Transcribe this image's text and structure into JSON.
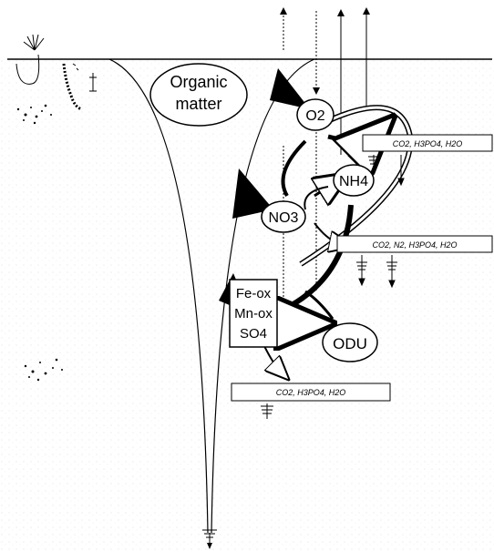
{
  "nodes": {
    "organic_matter": {
      "line1": "Organic",
      "line2": "matter"
    },
    "o2": {
      "label": "O2"
    },
    "nh4": {
      "label": "NH4"
    },
    "no3": {
      "label": "NO3"
    },
    "odu": {
      "label": "ODU"
    },
    "oxidants": {
      "line1": "Fe-ox",
      "line2": "Mn-ox",
      "line3": "SO4"
    }
  },
  "products": {
    "oxic": "CO2, H3PO4, H2O",
    "denitrification": "CO2, N2, H3PO4, H2O",
    "anoxic": "CO2, H3PO4, H2O"
  },
  "colors": {
    "ink": "#000000",
    "background": "#ffffff",
    "sediment": "#f3f3f3"
  }
}
